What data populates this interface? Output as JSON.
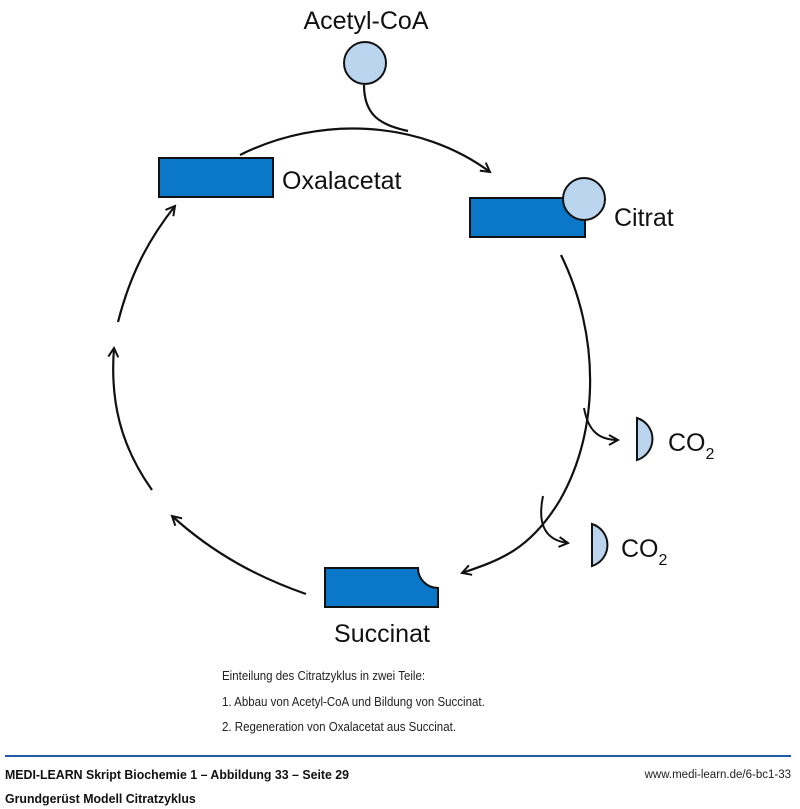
{
  "diagram": {
    "title": "Grundgerüst Modell Citratzyklus",
    "nodes": {
      "acetyl_coa": {
        "label": "Acetyl-CoA"
      },
      "oxalacetat": {
        "label": "Oxalacetat"
      },
      "citrat": {
        "label": "Citrat"
      },
      "succinat": {
        "label": "Succinat"
      },
      "co2_1": {
        "label": "CO",
        "subscript": "2"
      },
      "co2_2": {
        "label": "CO",
        "subscript": "2"
      }
    },
    "edges": [
      {
        "from": "acetyl_coa",
        "to": "citrat"
      },
      {
        "from": "oxalacetat",
        "to": "citrat"
      },
      {
        "from": "citrat",
        "to": "succinat"
      },
      {
        "from": "citrat-succinat-path",
        "to": "co2_1"
      },
      {
        "from": "citrat-succinat-path",
        "to": "co2_2"
      },
      {
        "from": "succinat",
        "to": "oxalacetat"
      }
    ],
    "colors": {
      "molecule_fill": "#0a77c9",
      "acetyl_fill": "#bcd5ef",
      "stroke": "#111111",
      "rule": "#1f5aa6"
    }
  },
  "caption": {
    "heading": "Einteilung des Citratzyklus in zwei Teile:",
    "items": [
      "1. Abbau von Acetyl-CoA und Bildung von Succinat.",
      "2. Regeneration von Oxalacetat aus Succinat."
    ]
  },
  "footer": {
    "source": "MEDI-LEARN Skript Biochemie 1 – Abbildung 33 – Seite 29",
    "title": "Grundgerüst Modell Citratzyklus",
    "url": "www.medi-learn.de/6-bc1-33"
  }
}
